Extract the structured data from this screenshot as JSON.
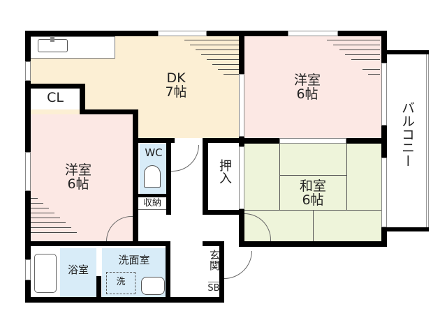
{
  "floor_plan": {
    "rooms": {
      "dk": {
        "name": "DK",
        "size": "7帖",
        "color": "#fcefd4"
      },
      "western_north": {
        "name": "洋室",
        "size": "6帖",
        "color": "#fce8e4"
      },
      "western_west": {
        "name": "洋室",
        "size": "6帖",
        "color": "#fce8e4"
      },
      "japanese": {
        "name": "和室",
        "size": "6帖",
        "color": "#eef4da"
      },
      "wc": {
        "name": "WC",
        "color": "#d8ecf8"
      },
      "bath": {
        "name": "浴室",
        "color": "#d8ecf8"
      },
      "washroom": {
        "name": "洗面室",
        "color": "#d8ecf8"
      },
      "washer": {
        "name": "洗"
      },
      "storage": {
        "name": "収納"
      },
      "closet": {
        "name": "CL"
      },
      "oshiire": {
        "name": "押入"
      },
      "entrance": {
        "name": "玄関"
      },
      "shoebox": {
        "name": "SB"
      },
      "balcony": {
        "name": "バルコニー"
      }
    }
  }
}
